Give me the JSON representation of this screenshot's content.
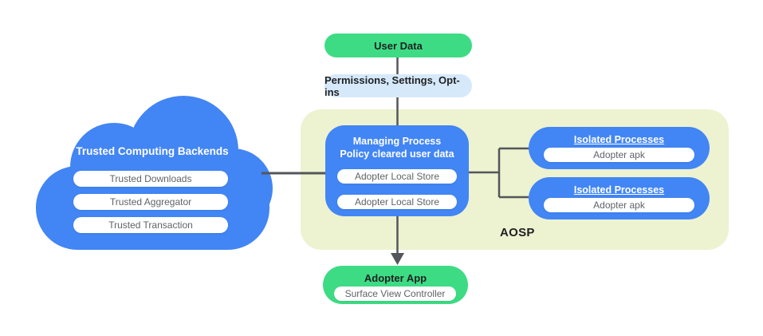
{
  "colors": {
    "blue": "#4285f4",
    "green": "#3ddc84",
    "light_blue": "#d6e9fb",
    "aosp_background": "#edf2d0",
    "pill_text_gray": "#5f6368",
    "dark_text": "#202124",
    "connector_gray": "#53565a"
  },
  "user_data": {
    "label": "User Data"
  },
  "permissions": {
    "label": "Permissions,  Settings, Opt-ins"
  },
  "cloud": {
    "title": "Trusted Computing Backends",
    "items": [
      "Trusted Downloads",
      "Trusted Aggregator",
      "Trusted Transaction"
    ]
  },
  "aosp": {
    "label": "AOSP",
    "managing_process": {
      "title_line1": "Managing Process",
      "title_line2": "Policy cleared user data",
      "stores": [
        "Adopter Local Store",
        "Adopter Local Store"
      ]
    },
    "isolated_processes": [
      {
        "title": "Isolated Processes",
        "item": "Adopter apk"
      },
      {
        "title": "Isolated Processes",
        "item": "Adopter apk"
      }
    ]
  },
  "adopter_app": {
    "title": "Adopter App",
    "item": "Surface View Controller"
  }
}
